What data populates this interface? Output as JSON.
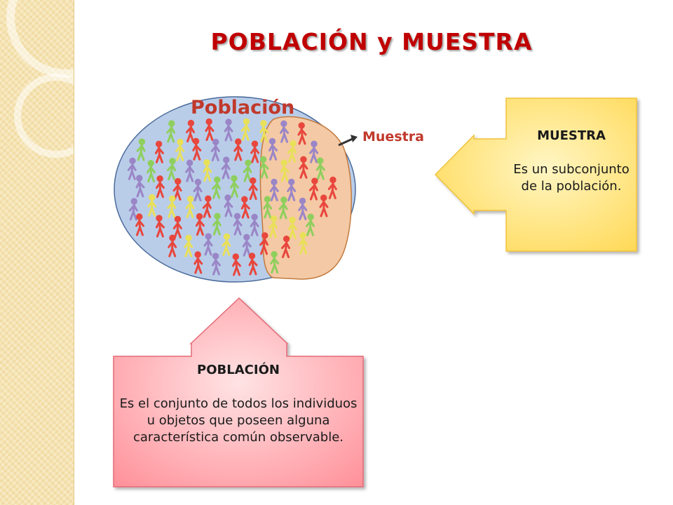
{
  "title": "POBLACIÓN y MUESTRA",
  "diagram": {
    "population_label": "Población",
    "sample_label": "Muestra",
    "figure_colors": [
      "#8fcf5e",
      "#e8473d",
      "#9a86c7",
      "#e9e05a"
    ]
  },
  "muestra_box": {
    "heading": "MUESTRA",
    "body": "Es un subconjunto de la población.",
    "color": "#ffe680"
  },
  "poblacion_box": {
    "heading": "POBLACIÓN",
    "body": "Es el conjunto de todos los individuos u objetos que poseen alguna característica común observable.",
    "color": "#ff9aa0"
  }
}
